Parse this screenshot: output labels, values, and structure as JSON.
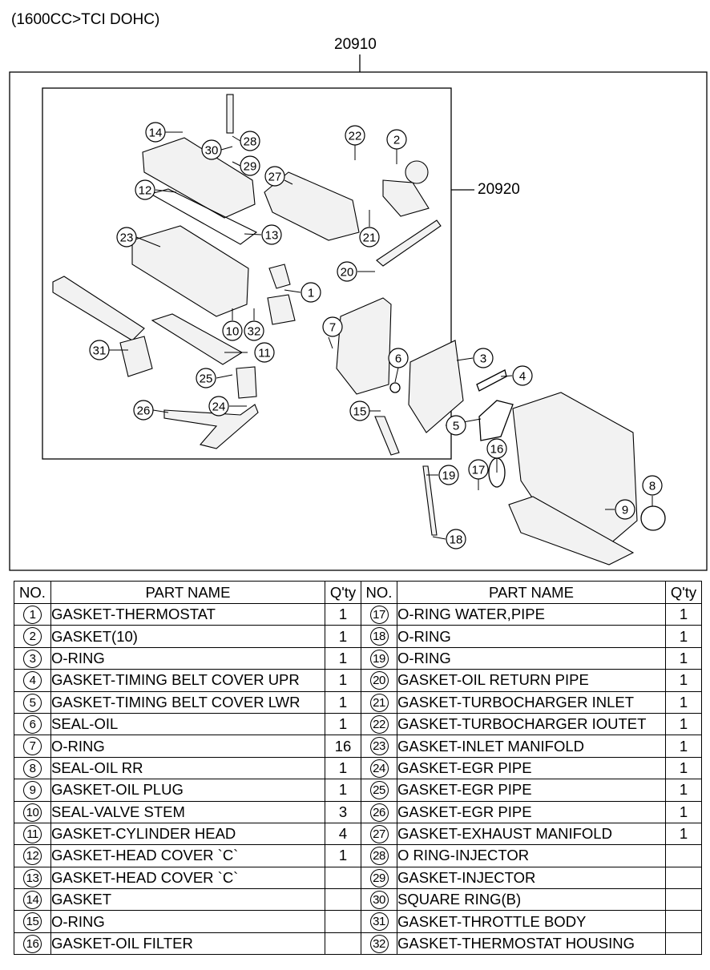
{
  "header": {
    "title": "(1600CC>TCI DOHC)",
    "assembly_no": "20910",
    "subassembly_no": "20920"
  },
  "callouts": [
    "1",
    "2",
    "3",
    "4",
    "5",
    "6",
    "7",
    "8",
    "9",
    "10",
    "11",
    "12",
    "13",
    "14",
    "15",
    "16",
    "17",
    "18",
    "19",
    "20",
    "21",
    "22",
    "23",
    "24",
    "25",
    "26",
    "27",
    "28",
    "29",
    "30",
    "31",
    "32"
  ],
  "table": {
    "headers": {
      "no": "NO.",
      "part_name": "PART NAME",
      "qty": "Q'ty"
    },
    "left": [
      {
        "no": "1",
        "name": "GASKET-THERMOSTAT",
        "qty": "1"
      },
      {
        "no": "2",
        "name": "GASKET(10)",
        "qty": "1"
      },
      {
        "no": "3",
        "name": "O-RING",
        "qty": "1"
      },
      {
        "no": "4",
        "name": "GASKET-TIMING BELT COVER UPR",
        "qty": "1"
      },
      {
        "no": "5",
        "name": "GASKET-TIMING BELT COVER LWR",
        "qty": "1"
      },
      {
        "no": "6",
        "name": "SEAL-OIL",
        "qty": "1"
      },
      {
        "no": "7",
        "name": "O-RING",
        "qty": "16"
      },
      {
        "no": "8",
        "name": "SEAL-OIL RR",
        "qty": "1"
      },
      {
        "no": "9",
        "name": "GASKET-OIL PLUG",
        "qty": "1"
      },
      {
        "no": "10",
        "name": "SEAL-VALVE STEM",
        "qty": "3"
      },
      {
        "no": "11",
        "name": "GASKET-CYLINDER HEAD",
        "qty": "4"
      },
      {
        "no": "12",
        "name": "GASKET-HEAD COVER `C`",
        "qty": "1"
      },
      {
        "no": "13",
        "name": "GASKET-HEAD COVER `C`",
        "qty": ""
      },
      {
        "no": "14",
        "name": "GASKET",
        "qty": ""
      },
      {
        "no": "15",
        "name": "O-RING",
        "qty": ""
      },
      {
        "no": "16",
        "name": "GASKET-OIL FILTER",
        "qty": ""
      }
    ],
    "right": [
      {
        "no": "17",
        "name": "O-RING WATER,PIPE",
        "qty": "1"
      },
      {
        "no": "18",
        "name": "O-RING",
        "qty": "1"
      },
      {
        "no": "19",
        "name": "O-RING",
        "qty": "1"
      },
      {
        "no": "20",
        "name": "GASKET-OIL RETURN PIPE",
        "qty": "1"
      },
      {
        "no": "21",
        "name": "GASKET-TURBOCHARGER INLET",
        "qty": "1"
      },
      {
        "no": "22",
        "name": "GASKET-TURBOCHARGER IOUTET",
        "qty": "1"
      },
      {
        "no": "23",
        "name": "GASKET-INLET MANIFOLD",
        "qty": "1"
      },
      {
        "no": "24",
        "name": "GASKET-EGR PIPE",
        "qty": "1"
      },
      {
        "no": "25",
        "name": "GASKET-EGR PIPE",
        "qty": "1"
      },
      {
        "no": "26",
        "name": "GASKET-EGR PIPE",
        "qty": "1"
      },
      {
        "no": "27",
        "name": "GASKET-EXHAUST MANIFOLD",
        "qty": "1"
      },
      {
        "no": "28",
        "name": "O RING-INJECTOR",
        "qty": ""
      },
      {
        "no": "29",
        "name": "GASKET-INJECTOR",
        "qty": ""
      },
      {
        "no": "30",
        "name": "SQUARE RING(B)",
        "qty": ""
      },
      {
        "no": "31",
        "name": "GASKET-THROTTLE BODY",
        "qty": ""
      },
      {
        "no": "32",
        "name": "GASKET-THERMOSTAT HOUSING",
        "qty": ""
      }
    ]
  }
}
